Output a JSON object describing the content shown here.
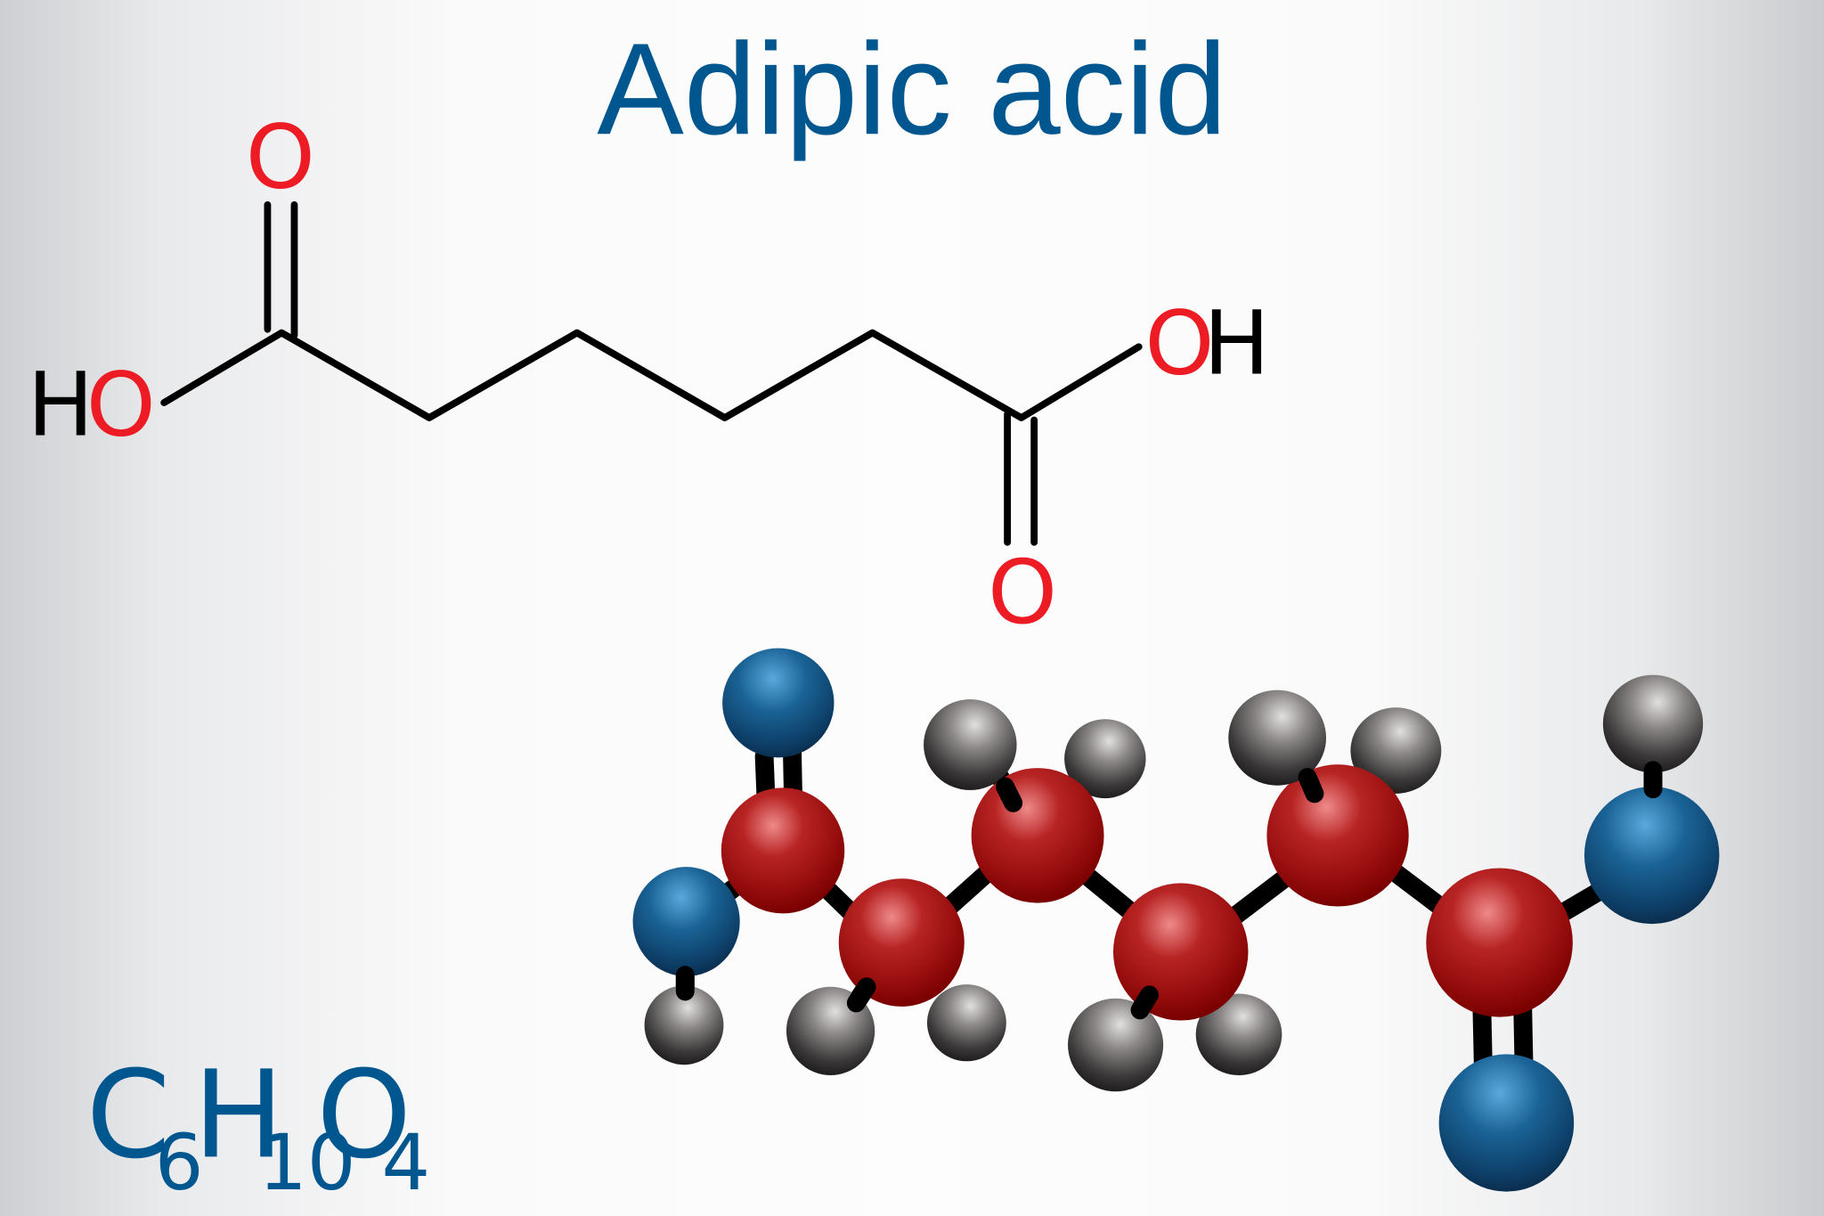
{
  "title": "Adipic acid",
  "skeletal_formula": {
    "labels": {
      "left_hydroxyl_h": "H",
      "left_hydroxyl_o": "O",
      "left_carbonyl_o": "O",
      "right_hydroxyl_o": "O",
      "right_hydroxyl_h": "H",
      "right_carbonyl_o": "O"
    }
  },
  "molecular_formula": {
    "c": "C",
    "c_count": "6",
    "h": "H",
    "h_count": "10",
    "o": "O",
    "o_count": "4"
  },
  "ball_and_stick_model": {
    "atom_colors": {
      "carbon": "#a31515",
      "oxygen": "#0f5a8c",
      "hydrogen": "#5a5858"
    },
    "atom_counts": {
      "carbon": 6,
      "oxygen": 4,
      "hydrogen": 10
    }
  },
  "colors": {
    "title": "#00578f",
    "oxygen_label": "#ed1c24",
    "bond": "#000000"
  }
}
